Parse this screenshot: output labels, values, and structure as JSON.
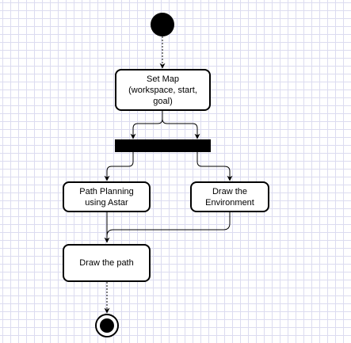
{
  "diagram": {
    "type": "activity-diagram",
    "nodes": {
      "set_map": "Set Map\n(workspace, start,\ngoal)",
      "path_planning": "Path Planning\nusing Astar",
      "draw_env": "Draw the\nEnvironment",
      "draw_path": "Draw the path"
    },
    "edge_color": "#000000"
  }
}
